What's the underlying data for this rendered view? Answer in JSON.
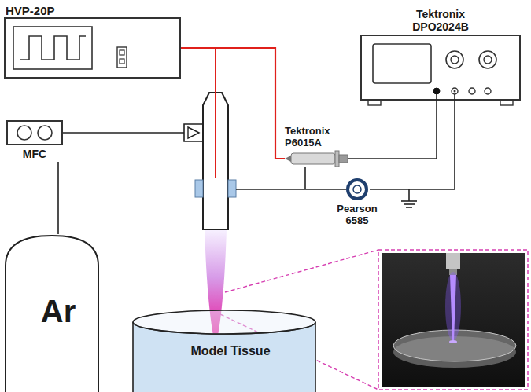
{
  "diagram": {
    "nodes": [
      {
        "text": [
          "HVP-20P"
        ]
      },
      {
        "text": [
          "Tektronix DPO2024B"
        ]
      },
      {
        "text": [
          "MFC"
        ]
      },
      {
        "text": [
          "Tektronix P6015A"
        ]
      },
      {
        "text": [
          "Pearson 6585"
        ]
      },
      {
        "text": [
          "Ar"
        ]
      },
      {
        "text": [
          "Model Tissue"
        ]
      }
    ],
    "edges": [
      {
        "from": 0,
        "to": 3,
        "arrow": "none"
      },
      {
        "from": 3,
        "to": 1,
        "arrow": "none"
      },
      {
        "from": 4,
        "to": 1,
        "arrow": "none"
      },
      {
        "from": 2,
        "to": 5,
        "arrow": "none"
      }
    ]
  }
}
